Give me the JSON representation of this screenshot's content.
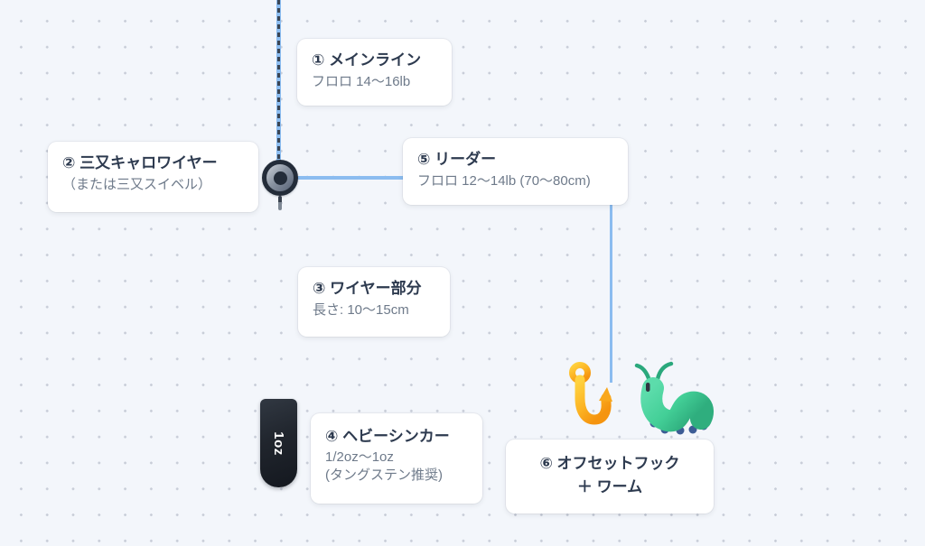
{
  "canvas": {
    "bg_color": "#f3f6fb",
    "dot_color": "#c8cdd8",
    "line_color": "#8bbcf0",
    "dash_color": "#3b4654"
  },
  "nodes": {
    "mainline": {
      "title": "① メインライン",
      "subtitle": "フロロ 14〜16lb"
    },
    "three_way": {
      "title": "② 三又キャロワイヤー",
      "subtitle": "（または三又スイベル）"
    },
    "wire_section": {
      "title": "③ ワイヤー部分",
      "subtitle": "長さ: 10〜15cm"
    },
    "heavy_sinker": {
      "title": "④ ヘビーシンカー",
      "subtitle": "1/2oz〜1oz",
      "note": "(タングステン推奨)"
    },
    "leader": {
      "title": "⑤ リーダー",
      "subtitle": "フロロ 12〜14lb (70〜80cm)"
    },
    "hook_worm": {
      "title_line1": "⑥ オフセットフック",
      "title_line2": "＋ ワーム"
    }
  },
  "sinker": {
    "weight_label": "1oz"
  },
  "icons": {
    "swivel": "three-way-swivel",
    "hook": "fishing-hook",
    "worm": "worm"
  }
}
